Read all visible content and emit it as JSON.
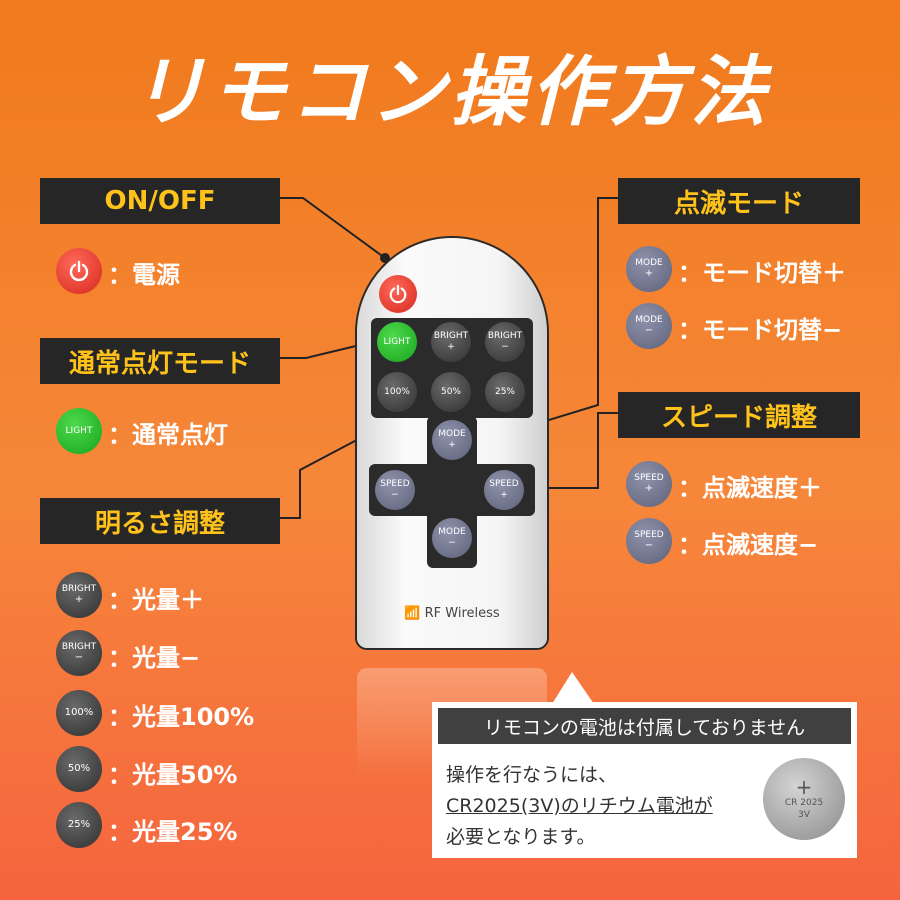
{
  "title": "リモコン操作方法",
  "banners": {
    "onoff": "ON/OFF",
    "normal": "通常点灯モード",
    "brightness": "明るさ調整",
    "blink": "点滅モード",
    "speed": "スピード調整"
  },
  "left_items": [
    {
      "icon": "power-icon",
      "label": "：電源"
    },
    {
      "icon_text": "LIGHT",
      "label": "：通常点灯"
    },
    {
      "icon_text": "BRIGHT",
      "icon_sub": "+",
      "label": "：光量＋"
    },
    {
      "icon_text": "BRIGHT",
      "icon_sub": "−",
      "label": "：光量−"
    },
    {
      "icon_text": "100%",
      "label": "：光量100%"
    },
    {
      "icon_text": "50%",
      "label": "：光量50%"
    },
    {
      "icon_text": "25%",
      "label": "：光量25%"
    }
  ],
  "right_items": [
    {
      "icon_text": "MODE",
      "icon_sub": "+",
      "label": "：モード切替＋"
    },
    {
      "icon_text": "MODE",
      "icon_sub": "−",
      "label": "：モード切替−"
    },
    {
      "icon_text": "SPEED",
      "icon_sub": "+",
      "label": "：点滅速度＋"
    },
    {
      "icon_text": "SPEED",
      "icon_sub": "−",
      "label": "：点滅速度−"
    }
  ],
  "remote": {
    "light": "LIGHT",
    "bright_up": "BRIGHT",
    "bright_up_sub": "+",
    "bright_down": "BRIGHT",
    "bright_down_sub": "−",
    "p100": "100%",
    "p50": "50%",
    "p25": "25%",
    "mode_up": "MODE",
    "mode_up_sub": "+",
    "mode_down": "MODE",
    "mode_down_sub": "−",
    "speed_left": "SPEED",
    "speed_left_sub": "−",
    "speed_right": "SPEED",
    "speed_right_sub": "+",
    "brand": "RF Wireless"
  },
  "info": {
    "header": "リモコンの電池は付属しておりません",
    "line1": "操作を行なうには、",
    "line2a": "CR2025(3V)",
    "line2b": "のリチウム電池が",
    "line3": "必要となります。"
  },
  "battery": {
    "plus": "+",
    "model": "CR 2025",
    "volt": "3V"
  },
  "colors": {
    "banner_bg": "#262626",
    "banner_text": "#ffc21a",
    "power": "#e0362a",
    "light": "#1faa2a",
    "mode": "#6d7189"
  }
}
